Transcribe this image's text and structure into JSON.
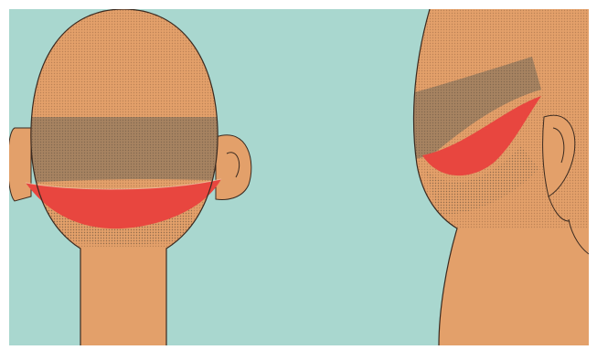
{
  "illustration": {
    "subject": "back-of-head-haircut-guide",
    "views": [
      "rear-view",
      "side-rear-view"
    ],
    "colors": {
      "background": "#a9d7cf",
      "skin": "#e3a06a",
      "outline": "#3a2a20",
      "stubble_band": "#a08060",
      "cut_line": "#e8463f",
      "hair_dots": "#9c6a44"
    }
  }
}
